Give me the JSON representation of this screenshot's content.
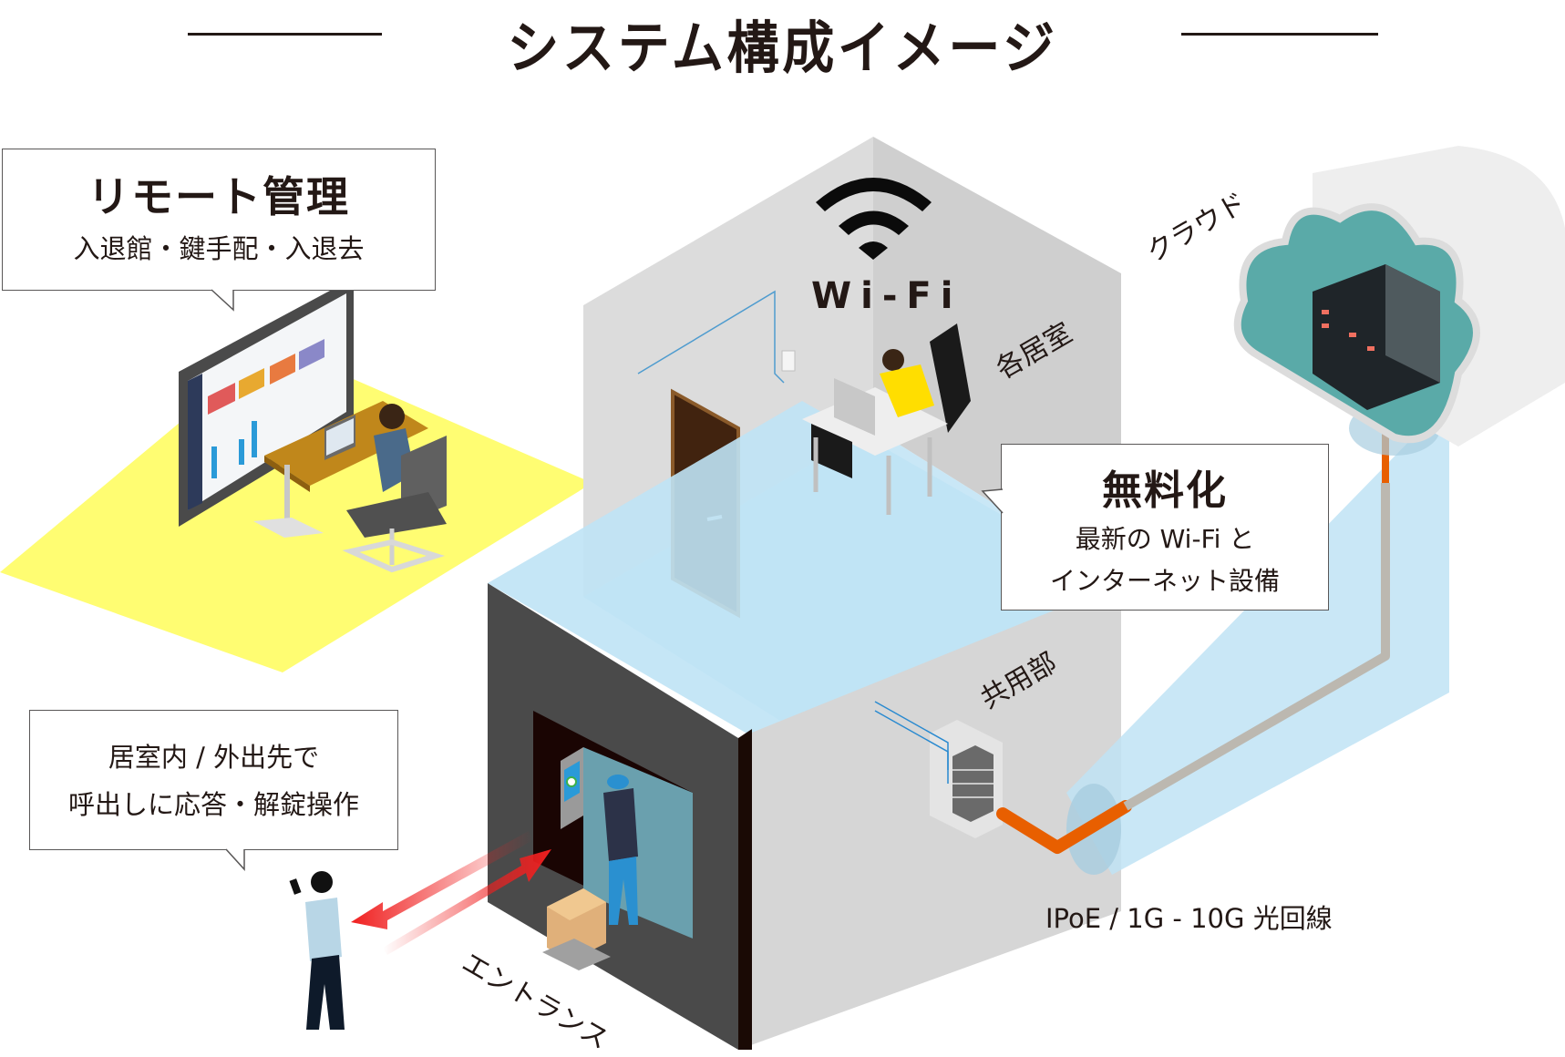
{
  "title": "システム構成イメージ",
  "callouts": {
    "remote": {
      "heading": "リモート管理",
      "line1": "入退館・鍵手配・入退去"
    },
    "free": {
      "heading": "無料化",
      "line1": "最新の Wi-Fi と",
      "line2": "インターネット設備"
    },
    "mobile": {
      "line1": "居室内 / 外出先で",
      "line2": "呼出しに応答・解錠操作"
    }
  },
  "labels": {
    "wifi": "Wi-Fi",
    "rooms": "各居室",
    "common_area": "共用部",
    "cloud": "クラウド",
    "entrance": "エントランス",
    "line": "IPoE / 1G - 10G 光回線"
  },
  "icons": {
    "wifi": "wifi-icon",
    "cloud": "cloud-icon",
    "server": "server-rack-icon",
    "arrow": "bidirectional-arrow-icon"
  },
  "colors": {
    "text": "#231815",
    "yellow_floor": "#fffd72",
    "building_light": "#dcdcdc",
    "building_mid": "#cfcfcf",
    "building_dark": "#4a4a4a",
    "glass_blue": "#bfe3f5",
    "fiber_orange": "#e85f00",
    "cloud_teal": "#5aaaa8",
    "arrow_red": "#f02020",
    "door_brown": "#41230f",
    "shirt_yellow": "#ffde00"
  }
}
